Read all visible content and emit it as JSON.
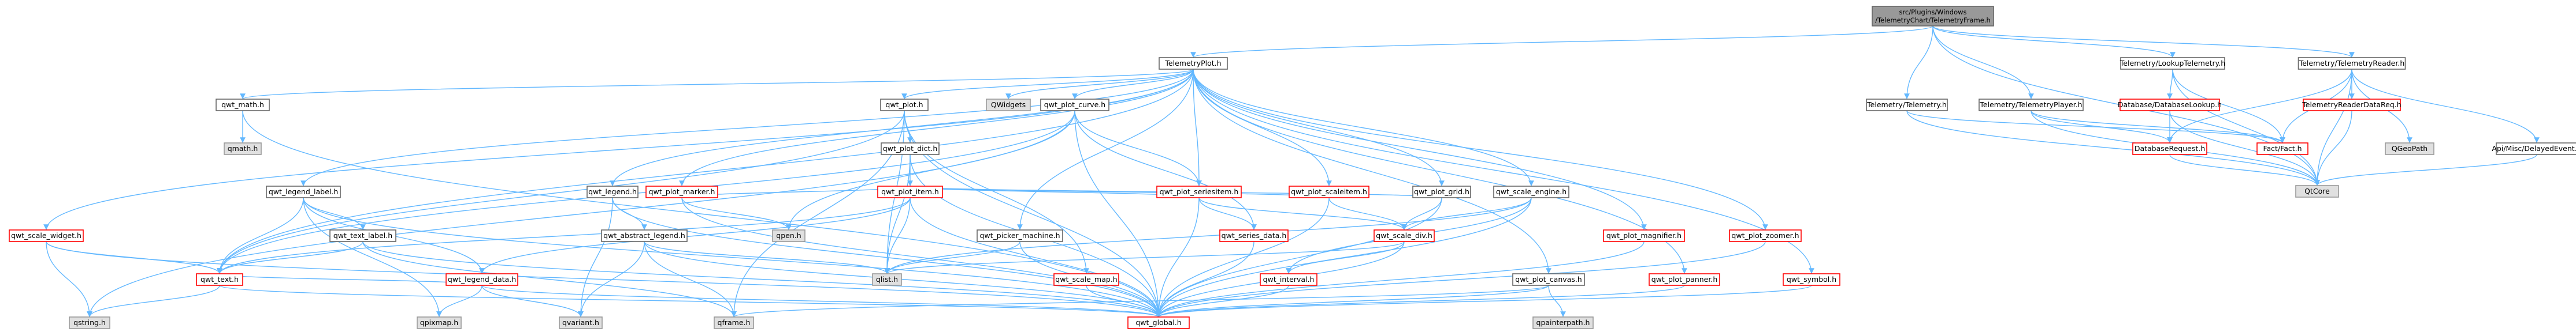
{
  "colors": {
    "root_fill": "#999999",
    "root_border": "#666666",
    "normal_fill": "#ffffff",
    "normal_border": "#666666",
    "missing_border": "#ff0000",
    "system_fill": "#e0e0e0",
    "system_border": "#999999",
    "edge": "#63b8ff"
  },
  "nodes": [
    {
      "id": "root",
      "style": "root",
      "label": [
        "src/Plugins/Windows",
        "/TelemetryChart/TelemetryFrame.h"
      ]
    },
    {
      "id": "telemetryplot",
      "style": "normal",
      "label": [
        "TelemetryPlot.h"
      ]
    },
    {
      "id": "lookuptelemetry",
      "style": "normal",
      "label": [
        "Telemetry/LookupTelemetry.h"
      ]
    },
    {
      "id": "telemetryreader",
      "style": "normal",
      "label": [
        "Telemetry/TelemetryReader.h"
      ]
    },
    {
      "id": "telemetry",
      "style": "normal",
      "label": [
        "Telemetry/Telemetry.h"
      ]
    },
    {
      "id": "telemetryplayer",
      "style": "normal",
      "label": [
        "Telemetry/TelemetryPlayer.h"
      ]
    },
    {
      "id": "databaselookup",
      "style": "missing",
      "label": [
        "Database/DatabaseLookup.h"
      ]
    },
    {
      "id": "readerdatareq",
      "style": "missing",
      "label": [
        "TelemetryReaderDataReq.h"
      ]
    },
    {
      "id": "databaserequest",
      "style": "missing",
      "label": [
        "DatabaseRequest.h"
      ]
    },
    {
      "id": "factfact",
      "style": "missing",
      "label": [
        "Fact/Fact.h"
      ]
    },
    {
      "id": "qgeopath",
      "style": "system",
      "label": [
        "QGeoPath"
      ]
    },
    {
      "id": "delayedevent",
      "style": "normal",
      "label": [
        "Api/Misc/DelayedEvent.h"
      ]
    },
    {
      "id": "qtcore",
      "style": "system",
      "label": [
        "QtCore"
      ]
    },
    {
      "id": "qwt_math",
      "style": "normal",
      "label": [
        "qwt_math.h"
      ]
    },
    {
      "id": "qmath",
      "style": "system",
      "label": [
        "qmath.h"
      ]
    },
    {
      "id": "qwt_plot",
      "style": "normal",
      "label": [
        "qwt_plot.h"
      ]
    },
    {
      "id": "qwidgets",
      "style": "system",
      "label": [
        "QWidgets"
      ]
    },
    {
      "id": "qwt_plot_curve",
      "style": "normal",
      "label": [
        "qwt_plot_curve.h"
      ]
    },
    {
      "id": "qwt_legend",
      "style": "normal",
      "label": [
        "qwt_legend.h"
      ]
    },
    {
      "id": "qwt_plot_marker",
      "style": "missing",
      "label": [
        "qwt_plot_marker.h"
      ]
    },
    {
      "id": "qwt_plot_dict",
      "style": "normal",
      "label": [
        "qwt_plot_dict.h"
      ]
    },
    {
      "id": "qwt_plot_seriesitem",
      "style": "missing",
      "label": [
        "qwt_plot_seriesitem.h"
      ]
    },
    {
      "id": "qwt_plot_scaleitem",
      "style": "missing",
      "label": [
        "qwt_plot_scaleitem.h"
      ]
    },
    {
      "id": "qwt_plot_grid",
      "style": "normal",
      "label": [
        "qwt_plot_grid.h"
      ]
    },
    {
      "id": "qwt_scale_engine",
      "style": "normal",
      "label": [
        "qwt_scale_engine.h"
      ]
    },
    {
      "id": "qwt_legend_label",
      "style": "normal",
      "label": [
        "qwt_legend_label.h"
      ]
    },
    {
      "id": "qwt_abstract_legend",
      "style": "normal",
      "label": [
        "qwt_abstract_legend.h"
      ]
    },
    {
      "id": "qpen",
      "style": "system",
      "label": [
        "qpen.h"
      ]
    },
    {
      "id": "qwt_plot_item",
      "style": "missing",
      "label": [
        "qwt_plot_item.h"
      ]
    },
    {
      "id": "qwt_picker_machine",
      "style": "normal",
      "label": [
        "qwt_picker_machine.h"
      ]
    },
    {
      "id": "qwt_series_data",
      "style": "missing",
      "label": [
        "qwt_series_data.h"
      ]
    },
    {
      "id": "qwt_scale_div",
      "style": "missing",
      "label": [
        "qwt_scale_div.h"
      ]
    },
    {
      "id": "qwt_scale_widget",
      "style": "missing",
      "label": [
        "qwt_scale_widget.h"
      ]
    },
    {
      "id": "qwt_text_label",
      "style": "normal",
      "label": [
        "qwt_text_label.h"
      ]
    },
    {
      "id": "qwt_legend_data",
      "style": "missing",
      "label": [
        "qwt_legend_data.h"
      ]
    },
    {
      "id": "qlist",
      "style": "system",
      "label": [
        "qlist.h"
      ]
    },
    {
      "id": "qwt_interval",
      "style": "missing",
      "label": [
        "qwt_interval.h"
      ]
    },
    {
      "id": "qwt_plot_canvas",
      "style": "normal",
      "label": [
        "qwt_plot_canvas.h"
      ]
    },
    {
      "id": "qwt_plot_magnifier",
      "style": "missing",
      "label": [
        "qwt_plot_magnifier.h"
      ]
    },
    {
      "id": "qwt_plot_zoomer",
      "style": "missing",
      "label": [
        "qwt_plot_zoomer.h"
      ]
    },
    {
      "id": "qwt_text",
      "style": "missing",
      "label": [
        "qwt_text.h"
      ]
    },
    {
      "id": "qpixmap",
      "style": "system",
      "label": [
        "qpixmap.h"
      ]
    },
    {
      "id": "qvariant",
      "style": "system",
      "label": [
        "qvariant.h"
      ]
    },
    {
      "id": "qframe",
      "style": "system",
      "label": [
        "qframe.h"
      ]
    },
    {
      "id": "qwt_scale_map",
      "style": "missing",
      "label": [
        "qwt_scale_map.h"
      ]
    },
    {
      "id": "qpainterpath",
      "style": "system",
      "label": [
        "qpainterpath.h"
      ]
    },
    {
      "id": "qwt_plot_panner",
      "style": "missing",
      "label": [
        "qwt_plot_panner.h"
      ]
    },
    {
      "id": "qwt_symbol",
      "style": "missing",
      "label": [
        "qwt_symbol.h"
      ]
    },
    {
      "id": "qstring",
      "style": "system",
      "label": [
        "qstring.h"
      ]
    },
    {
      "id": "qwt_global",
      "style": "missing",
      "label": [
        "qwt_global.h"
      ]
    }
  ],
  "edges": [
    [
      "root",
      "telemetryplot"
    ],
    [
      "root",
      "lookuptelemetry"
    ],
    [
      "root",
      "telemetryreader"
    ],
    [
      "root",
      "telemetry"
    ],
    [
      "root",
      "telemetryplayer"
    ],
    [
      "root",
      "qtcore"
    ],
    [
      "lookuptelemetry",
      "databaselookup"
    ],
    [
      "lookuptelemetry",
      "factfact"
    ],
    [
      "lookuptelemetry",
      "qtcore"
    ],
    [
      "telemetryreader",
      "databaserequest"
    ],
    [
      "telemetryreader",
      "factfact"
    ],
    [
      "telemetryreader",
      "readerdatareq"
    ],
    [
      "telemetryreader",
      "qgeopath"
    ],
    [
      "telemetryreader",
      "delayedevent"
    ],
    [
      "telemetryreader",
      "qtcore"
    ],
    [
      "telemetry",
      "factfact"
    ],
    [
      "telemetry",
      "qtcore"
    ],
    [
      "telemetryplayer",
      "databaserequest"
    ],
    [
      "telemetryplayer",
      "factfact"
    ],
    [
      "telemetryplayer",
      "qtcore"
    ],
    [
      "databaselookup",
      "databaserequest"
    ],
    [
      "databaselookup",
      "qtcore"
    ],
    [
      "databaserequest",
      "qtcore"
    ],
    [
      "readerdatareq",
      "qtcore"
    ],
    [
      "delayedevent",
      "qtcore"
    ],
    [
      "telemetryplot",
      "qwt_math"
    ],
    [
      "telemetryplot",
      "qwt_plot"
    ],
    [
      "telemetryplot",
      "qwidgets"
    ],
    [
      "telemetryplot",
      "qwt_plot_curve"
    ],
    [
      "telemetryplot",
      "qwt_legend"
    ],
    [
      "telemetryplot",
      "qwt_plot_marker"
    ],
    [
      "telemetryplot",
      "qwt_plot_seriesitem"
    ],
    [
      "telemetryplot",
      "qwt_plot_scaleitem"
    ],
    [
      "telemetryplot",
      "qwt_plot_grid"
    ],
    [
      "telemetryplot",
      "qwt_scale_engine"
    ],
    [
      "telemetryplot",
      "qwt_legend_label"
    ],
    [
      "telemetryplot",
      "qwt_scale_widget"
    ],
    [
      "telemetryplot",
      "qwt_plot_canvas"
    ],
    [
      "telemetryplot",
      "qwt_plot_magnifier"
    ],
    [
      "telemetryplot",
      "qwt_plot_zoomer"
    ],
    [
      "telemetryplot",
      "qwt_plot_panner"
    ],
    [
      "telemetryplot",
      "qwt_symbol"
    ],
    [
      "telemetryplot",
      "qwt_text"
    ],
    [
      "telemetryplot",
      "qwt_picker_machine"
    ],
    [
      "qwt_math",
      "qmath"
    ],
    [
      "qwt_math",
      "qwt_global"
    ],
    [
      "qwt_plot",
      "qwt_plot_dict"
    ],
    [
      "qwt_plot",
      "qwt_text"
    ],
    [
      "qwt_plot",
      "qwt_scale_map"
    ],
    [
      "qwt_plot",
      "qwt_global"
    ],
    [
      "qwt_plot",
      "qframe"
    ],
    [
      "qwt_plot",
      "qlist"
    ],
    [
      "qwt_plot_curve",
      "qwt_plot_seriesitem"
    ],
    [
      "qwt_plot_curve",
      "qwt_series_data"
    ],
    [
      "qwt_plot_curve",
      "qwt_text"
    ],
    [
      "qwt_plot_curve",
      "qstring"
    ],
    [
      "qwt_plot_curve",
      "qpen"
    ],
    [
      "qwt_plot_curve",
      "qwt_global"
    ],
    [
      "qwt_legend",
      "qwt_abstract_legend"
    ],
    [
      "qwt_legend",
      "qvariant"
    ],
    [
      "qwt_legend",
      "qwt_global"
    ],
    [
      "qwt_plot_marker",
      "qwt_plot_item"
    ],
    [
      "qwt_plot_marker",
      "qpen"
    ],
    [
      "qwt_plot_marker",
      "qwt_global"
    ],
    [
      "qwt_plot_dict",
      "qwt_plot_item"
    ],
    [
      "qwt_plot_dict",
      "qlist"
    ],
    [
      "qwt_plot_dict",
      "qwt_global"
    ],
    [
      "qwt_plot_seriesitem",
      "qwt_plot_item"
    ],
    [
      "qwt_plot_seriesitem",
      "qwt_series_data"
    ],
    [
      "qwt_plot_seriesitem",
      "qwt_scale_div"
    ],
    [
      "qwt_plot_seriesitem",
      "qwt_global"
    ],
    [
      "qwt_plot_scaleitem",
      "qwt_plot_item"
    ],
    [
      "qwt_plot_scaleitem",
      "qwt_scale_div"
    ],
    [
      "qwt_plot_scaleitem",
      "qwt_global"
    ],
    [
      "qwt_plot_grid",
      "qwt_plot_item"
    ],
    [
      "qwt_plot_grid",
      "qwt_scale_div"
    ],
    [
      "qwt_plot_grid",
      "qwt_global"
    ],
    [
      "qwt_scale_engine",
      "qwt_scale_div"
    ],
    [
      "qwt_scale_engine",
      "qwt_interval"
    ],
    [
      "qwt_scale_engine",
      "qwt_global"
    ],
    [
      "qwt_scale_engine",
      "qlist"
    ],
    [
      "qwt_legend_label",
      "qwt_text_label"
    ],
    [
      "qwt_legend_label",
      "qwt_legend_data"
    ],
    [
      "qwt_legend_label",
      "qwt_text"
    ],
    [
      "qwt_legend_label",
      "qpixmap"
    ],
    [
      "qwt_legend_label",
      "qwt_global"
    ],
    [
      "qwt_abstract_legend",
      "qvariant"
    ],
    [
      "qwt_abstract_legend",
      "qframe"
    ],
    [
      "qwt_abstract_legend",
      "qlist"
    ],
    [
      "qwt_abstract_legend",
      "qwt_global"
    ],
    [
      "qwt_plot_item",
      "qwt_text"
    ],
    [
      "qwt_plot_item",
      "qwt_legend_data"
    ],
    [
      "qwt_plot_item",
      "qlist"
    ],
    [
      "qwt_plot_item",
      "qwt_global"
    ],
    [
      "qwt_picker_machine",
      "qlist"
    ],
    [
      "qwt_picker_machine",
      "qwt_global"
    ],
    [
      "qwt_series_data",
      "qwt_global"
    ],
    [
      "qwt_scale_div",
      "qwt_interval"
    ],
    [
      "qwt_scale_div",
      "qlist"
    ],
    [
      "qwt_scale_div",
      "qwt_global"
    ],
    [
      "qwt_scale_widget",
      "qwt_text"
    ],
    [
      "qwt_scale_widget",
      "qstring"
    ],
    [
      "qwt_scale_widget",
      "qwt_global"
    ],
    [
      "qwt_text_label",
      "qwt_text"
    ],
    [
      "qwt_text_label",
      "qframe"
    ],
    [
      "qwt_text_label",
      "qwt_global"
    ],
    [
      "qwt_legend_data",
      "qwt_text"
    ],
    [
      "qwt_legend_data",
      "qvariant"
    ],
    [
      "qwt_legend_data",
      "qpixmap"
    ],
    [
      "qwt_legend_data",
      "qwt_global"
    ],
    [
      "qwt_interval",
      "qwt_global"
    ],
    [
      "qwt_plot_canvas",
      "qframe"
    ],
    [
      "qwt_plot_canvas",
      "qpainterpath"
    ],
    [
      "qwt_plot_canvas",
      "qwt_global"
    ],
    [
      "qwt_plot_magnifier",
      "qwt_global"
    ],
    [
      "qwt_plot_zoomer",
      "qwt_global"
    ],
    [
      "qwt_plot_panner",
      "qwt_global"
    ],
    [
      "qwt_symbol",
      "qwt_global"
    ],
    [
      "qwt_text",
      "qstring"
    ],
    [
      "qwt_text",
      "qwt_global"
    ],
    [
      "qwt_scale_map",
      "qwt_global"
    ]
  ]
}
